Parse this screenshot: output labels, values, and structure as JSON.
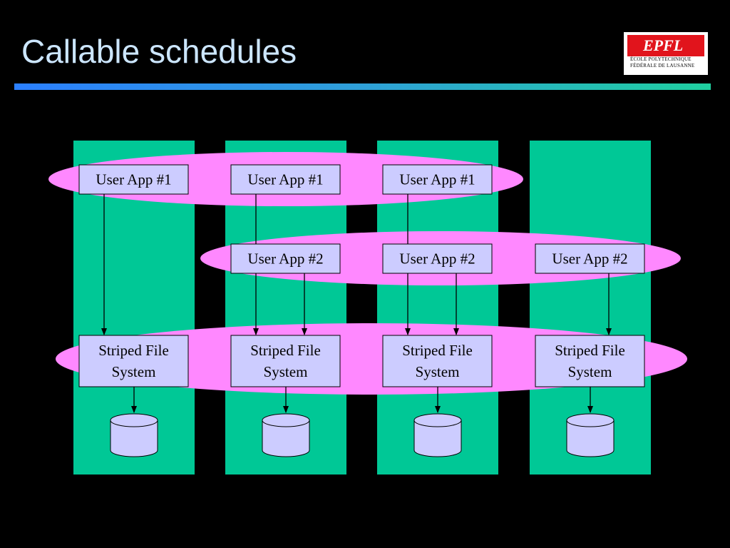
{
  "slide": {
    "title": "Callable schedules"
  },
  "logo": {
    "mark": "EPFL",
    "line1": "ÉCOLE POLYTECHNIQUE",
    "line2": "FÉDÉRALE DE LAUSANNE"
  },
  "diagram": {
    "colors": {
      "background": "#000000",
      "node_column": "#00c896",
      "group_ellipse": "#ff88ff",
      "box_fill": "#ccccff",
      "box_stroke": "#000000",
      "title": "#cce6ff"
    },
    "nodes": [
      {
        "app1": "User App #1",
        "app2": null,
        "fs_line1": "Striped File",
        "fs_line2": "System"
      },
      {
        "app1": "User App #1",
        "app2": "User App #2",
        "fs_line1": "Striped File",
        "fs_line2": "System"
      },
      {
        "app1": "User App #1",
        "app2": "User App #2",
        "fs_line1": "Striped File",
        "fs_line2": "System"
      },
      {
        "app1": null,
        "app2": "User App #2",
        "fs_line1": "Striped File",
        "fs_line2": "System"
      }
    ]
  }
}
